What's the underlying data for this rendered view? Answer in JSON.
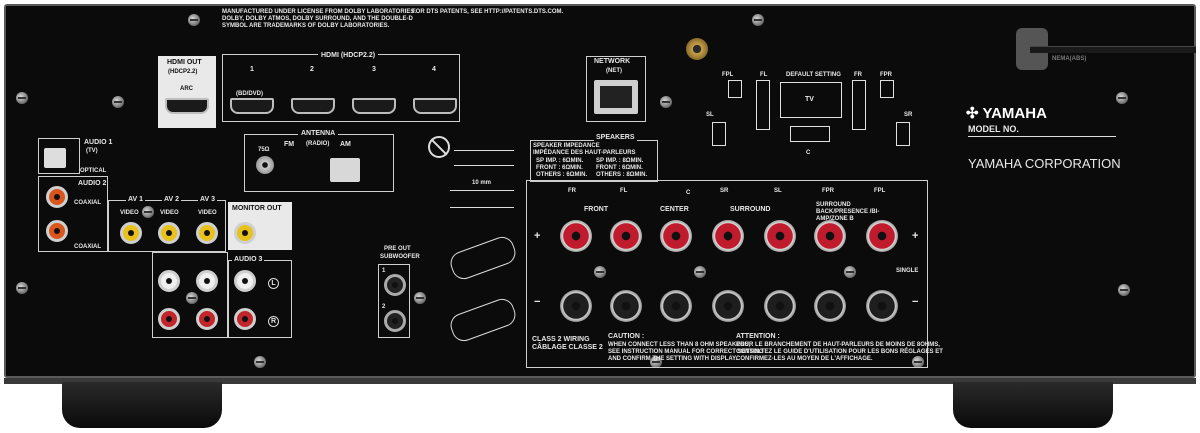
{
  "legal": {
    "dolby_line1": "MANUFACTURED UNDER LICENSE FROM DOLBY LABORATORIES.",
    "dolby_line2": "DOLBY, DOLBY ATMOS, DOLBY SURROUND, AND THE DOUBLE-D",
    "dolby_line3": "SYMBOL ARE TRADEMARKS OF DOLBY LABORATORIES.",
    "dts": "FOR DTS PATENTS, SEE HTTP://PATENTS.DTS.COM."
  },
  "hdmi_out": {
    "title": "HDMI OUT",
    "sub": "(HDCP2.2)",
    "arc": "ARC"
  },
  "hdmi": {
    "title": "HDMI",
    "sub": "(HDCP2.2)",
    "ports": [
      {
        "num": "1",
        "note": "(BD/DVD)"
      },
      {
        "num": "2",
        "note": ""
      },
      {
        "num": "3",
        "note": ""
      },
      {
        "num": "4",
        "note": ""
      }
    ]
  },
  "network": {
    "title": "NETWORK",
    "sub": "(NET)"
  },
  "antenna": {
    "title": "ANTENNA",
    "sub": "(RADIO)",
    "ohm": "75Ω",
    "fm": "FM",
    "am": "AM"
  },
  "audio1": {
    "title": "AUDIO 1",
    "sub": "(TV)",
    "type": "OPTICAL"
  },
  "audio2": {
    "title": "AUDIO 2",
    "type1": "COAXIAL",
    "type2": "COAXIAL"
  },
  "av_inputs": {
    "av1": "AV 1",
    "av2": "AV 2",
    "av3": "AV 3",
    "video": "VIDEO",
    "monitor_out": "MONITOR OUT",
    "audio3": "AUDIO 3",
    "l": "L",
    "r": "R"
  },
  "pre_out": {
    "title": "PRE OUT",
    "sub": "SUBWOOFER",
    "n1": "1",
    "n2": "2"
  },
  "speaker_layout": {
    "default_setting": "DEFAULT SETTING",
    "tv": "TV",
    "fpl": "FPL",
    "fl": "FL",
    "fr": "FR",
    "fpr": "FPR",
    "sl": "SL",
    "sr": "SR",
    "c": "C"
  },
  "speakers": {
    "title": "SPEAKERS",
    "impedance_line1": "SPEAKER IMPEDANCE",
    "impedance_line2": "IMPÉDANCE DES HAUT-PARLEURS",
    "tbl": [
      [
        "SP IMP. : 6ΩMIN.",
        "SP IMP. : 8ΩMIN."
      ],
      [
        "FRONT : 6ΩMIN.",
        "FRONT : 6ΩMIN."
      ],
      [
        "OTHERS : 6ΩMIN.",
        "OTHERS : 8ΩMIN."
      ]
    ],
    "groups": [
      {
        "label": "FRONT",
        "ch1": "FR",
        "ch2": "FL"
      },
      {
        "label": "CENTER",
        "ch1": "C",
        "ch2": ""
      },
      {
        "label": "SURROUND",
        "ch1": "SR",
        "ch2": "SL"
      },
      {
        "label": "SURROUND BACK/PRESENCE /BI-AMP/ZONE B",
        "ch1": "FPR",
        "ch2": "FPL"
      }
    ],
    "plus": "+",
    "minus": "−",
    "single": "SINGLE",
    "class2_line1": "CLASS 2 WIRING",
    "class2_line2": "CÂBLAGE CLASSE 2",
    "caution_title": "CAUTION :",
    "caution_line1": "WHEN CONNECT LESS THAN 8 OHM SPEAKERS,",
    "caution_line2": "SEE INSTRUCTION MANUAL FOR CORRECT SETTING",
    "caution_line3": "AND CONFIRM THE SETTING WITH DISPLAY.",
    "attention_title": "ATTENTION :",
    "attention_line1": "POUR LE BRANCHEMENT DE HAUT-PARLEURS DE MOINS DE 8OHMS,",
    "attention_line2": "CONSULTEZ LE GUIDE D'UTILISATION POUR LES BONS RÉGLAGES ET",
    "attention_line3": "CONFIRMEZ-LES AU MOYEN DE L'AFFICHAGE."
  },
  "wire_guide": {
    "length": "10 mm"
  },
  "brand": {
    "name": "YAMAHA",
    "model_no": "MODEL NO.",
    "corp": "YAMAHA CORPORATION"
  },
  "power": {
    "label": "NEMA(ABS)"
  },
  "colors": {
    "chassis": "#0b0b0b",
    "text": "#e8e8e8",
    "red_post": "#c01b2c",
    "yellow_rca": "#e8c21a"
  }
}
